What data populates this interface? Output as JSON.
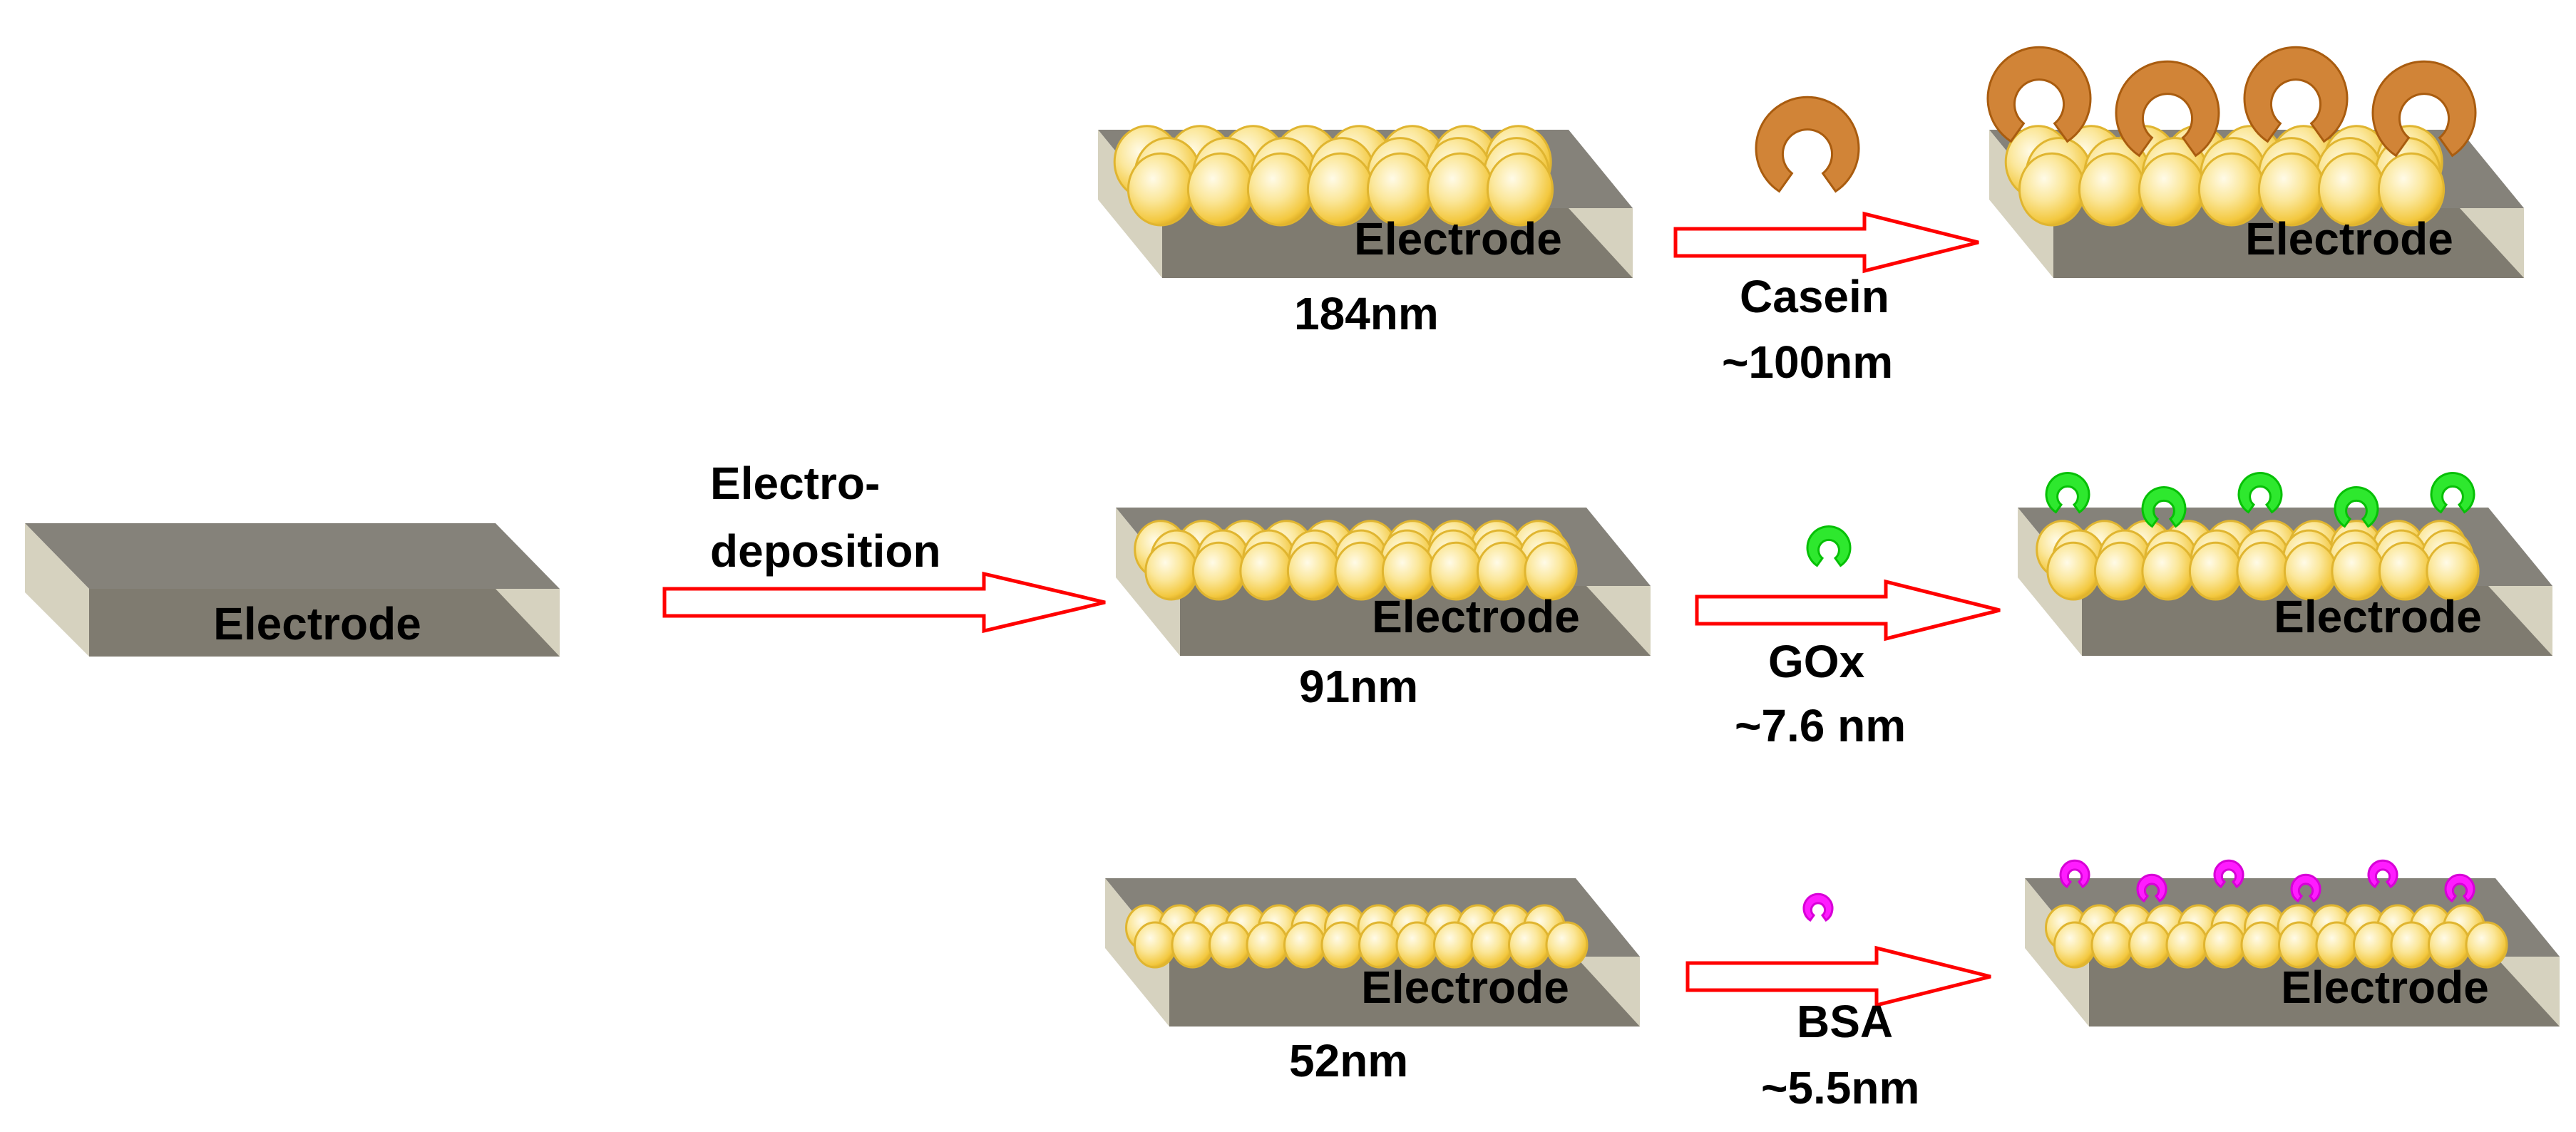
{
  "base": {
    "label": "Electrode"
  },
  "step_one": {
    "line1": "Electro-",
    "line2": "deposition"
  },
  "rows": [
    {
      "electrode_label": "Electrode",
      "size": "184nm",
      "protein": "Casein",
      "protein_size": "~100nm",
      "result_label": "Electrode"
    },
    {
      "electrode_label": "Electrode",
      "size": "91nm",
      "protein": "GOx",
      "protein_size": "~7.6 nm",
      "result_label": "Electrode"
    },
    {
      "electrode_label": "Electrode",
      "size": "52nm",
      "protein": "BSA",
      "protein_size": "~5.5nm",
      "result_label": "Electrode"
    }
  ],
  "colors": {
    "electrode_front": "#7f7b70",
    "electrode_top": "#85827a",
    "electrode_side": "#d6d2bf",
    "sphere": "#f6d460",
    "arrow": "#ff0000",
    "casein": "#d18437",
    "gox": "#2ee82e",
    "bsa": "#ff1cff"
  }
}
